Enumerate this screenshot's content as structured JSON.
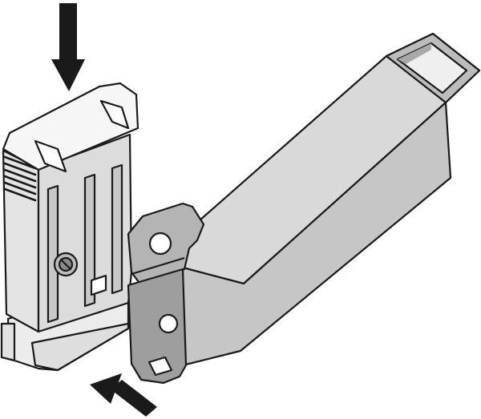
{
  "figure": {
    "kind": "assembly-illustration",
    "parts": [
      "clip-housing",
      "bracket-plate",
      "square-tube",
      "press-arrow",
      "slide-arrow"
    ],
    "colors": {
      "outline": "#1a1a1a",
      "housing_top": "#f4f4f4",
      "housing_front": "#e6e6e6",
      "housing_side": "#cfcfcf",
      "rail": "#bdbdbd",
      "tube_top": "#d7d7d7",
      "tube_front": "#c4c4c4",
      "tube_inner": "#ececec",
      "bracket": "#a9a9a9",
      "bracket_dark": "#8c8c8c",
      "arrow": "#1a1a1a",
      "background": "#ffffff"
    }
  }
}
